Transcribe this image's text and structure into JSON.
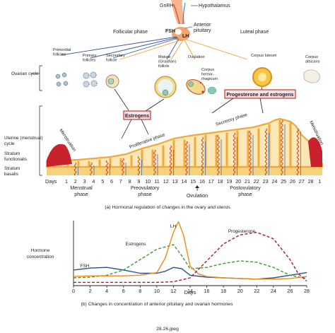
{
  "top": {
    "gnrh": "GnRH",
    "hypothalamus": "Hypothalamus",
    "anterior_pituitary": "Anterior\npituitary",
    "fsh": "FSH",
    "lh": "LH",
    "follicular_phase": "Follicular phase",
    "luteal_phase": "Luteal phase"
  },
  "ovarian": {
    "row_label": "Ovarian cycle",
    "stages": [
      "Primordial\nfollicles",
      "Primary\nfollicles",
      "Secondary\nfollicle",
      "Mature\n(Graafian)\nfollicle",
      "Ovulation",
      "Corpus\nhemor-\nrhagicum",
      "Corpus luteum",
      "Corpus\nalbicans"
    ]
  },
  "hormones_boxes": {
    "estrogens": "Estrogens",
    "prog_estrogens": "Progesterone and estrogens"
  },
  "uterine": {
    "row_label": "Uterine (menstrual)\ncycle",
    "stratum_functionalis": "Stratum\nfunctionalis",
    "stratum_basalis": "Stratum\nbasalis",
    "menstruation_left": "Menstruation",
    "menstruation_right": "Menstruation",
    "proliferative": "Proliferative phase",
    "secretory": "Secretory phase",
    "days_label": "Days",
    "days": [
      "1",
      "2",
      "3",
      "4",
      "5",
      "6",
      "7",
      "8",
      "9",
      "10",
      "11",
      "12",
      "13",
      "14",
      "15",
      "16",
      "17",
      "18",
      "19",
      "20",
      "21",
      "22",
      "23",
      "24",
      "25",
      "26",
      "27",
      "28",
      "1"
    ],
    "menstrual_phase": "Menstrual\nphase",
    "preovulatory_phase": "Preovulatory\nphase",
    "ovulation": "Ovulation",
    "postovulatory_phase": "Postovulatory\nphase"
  },
  "caption_a": "(a) Hormonal regulation of changes in the ovary and uterus",
  "chart_data": {
    "type": "line",
    "ylabel": "Hormone\nconcentration",
    "xlabel": "Days",
    "xlim": [
      0,
      28
    ],
    "ylim": [
      0,
      1
    ],
    "x_ticks": [
      0,
      2,
      4,
      6,
      8,
      10,
      12,
      14,
      16,
      18,
      20,
      22,
      24,
      26,
      28
    ],
    "series": [
      {
        "name": "FSH",
        "color": "#2b4f8f",
        "dashed": false,
        "x": [
          0,
          2,
          4,
          6,
          8,
          10,
          11,
          12,
          13,
          14,
          16,
          18,
          20,
          22,
          24,
          26,
          28
        ],
        "y": [
          0.24,
          0.27,
          0.28,
          0.24,
          0.19,
          0.19,
          0.22,
          0.28,
          0.26,
          0.16,
          0.13,
          0.12,
          0.11,
          0.1,
          0.12,
          0.16,
          0.2
        ]
      },
      {
        "name": "Estrogens",
        "color": "#3a9a2c",
        "dashed": true,
        "x": [
          0,
          2,
          4,
          6,
          8,
          10,
          12,
          13,
          14,
          16,
          18,
          20,
          22,
          24,
          26,
          28
        ],
        "y": [
          0.12,
          0.13,
          0.16,
          0.24,
          0.4,
          0.56,
          0.63,
          0.46,
          0.26,
          0.28,
          0.34,
          0.38,
          0.36,
          0.28,
          0.16,
          0.11
        ]
      },
      {
        "name": "LH",
        "color": "#f08a16",
        "dashed": false,
        "x": [
          0,
          2,
          4,
          6,
          8,
          10,
          11,
          12,
          12.6,
          13.2,
          14,
          15,
          16,
          18,
          20,
          22,
          24,
          26,
          28
        ],
        "y": [
          0.14,
          0.15,
          0.15,
          0.15,
          0.16,
          0.2,
          0.42,
          0.82,
          0.98,
          0.78,
          0.3,
          0.18,
          0.14,
          0.12,
          0.11,
          0.1,
          0.1,
          0.11,
          0.14
        ]
      },
      {
        "name": "Progesterone",
        "color": "#a6192e",
        "dashed": true,
        "x": [
          0,
          2,
          4,
          6,
          8,
          10,
          12,
          14,
          16,
          18,
          20,
          22,
          24,
          26,
          27,
          28
        ],
        "y": [
          0.05,
          0.05,
          0.05,
          0.05,
          0.05,
          0.05,
          0.06,
          0.12,
          0.38,
          0.64,
          0.78,
          0.82,
          0.72,
          0.4,
          0.18,
          0.07
        ]
      }
    ]
  },
  "caption_b": "(b) Changes in concentration of anterior pituitary and ovarian hormones",
  "file_name": "28.26.jpeg"
}
